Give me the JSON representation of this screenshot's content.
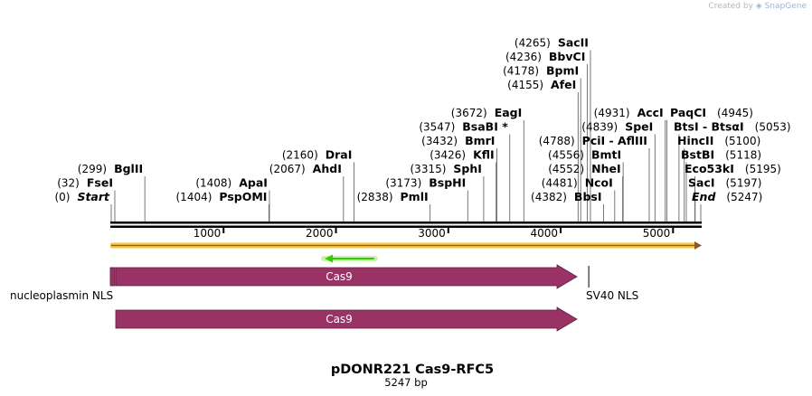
{
  "watermark": {
    "prefix": "Created by",
    "brand": "SnapGene"
  },
  "plasmid": {
    "name": "pDONR221 Cas9-RFC5",
    "length_label": "5247 bp",
    "length": 5247
  },
  "sites": [
    {
      "pos": "(0)",
      "name": "Start",
      "bp": 0,
      "row": 0,
      "italic": true
    },
    {
      "pos": "(32)",
      "name": "FseI",
      "bp": 32,
      "row": 1
    },
    {
      "pos": "(299)",
      "name": "BglII",
      "bp": 299,
      "row": 2
    },
    {
      "pos": "(1404)",
      "name": "PspOMI",
      "bp": 1404,
      "row": 0
    },
    {
      "pos": "(1408)",
      "name": "ApaI",
      "bp": 1408,
      "row": 1
    },
    {
      "pos": "(2067)",
      "name": "AhdI",
      "bp": 2067,
      "row": 2
    },
    {
      "pos": "(2160)",
      "name": "DraI",
      "bp": 2160,
      "row": 3
    },
    {
      "pos": "(2838)",
      "name": "PmlI",
      "bp": 2838,
      "row": 0
    },
    {
      "pos": "(3173)",
      "name": "BspHI",
      "bp": 3173,
      "row": 1
    },
    {
      "pos": "(3315)",
      "name": "SphI",
      "bp": 3315,
      "row": 2
    },
    {
      "pos": "(3426)",
      "name": "KflI",
      "bp": 3426,
      "row": 3
    },
    {
      "pos": "(3432)",
      "name": "BmrI",
      "bp": 3432,
      "row": 4
    },
    {
      "pos": "(3547)",
      "name": "BsaBI *",
      "bp": 3547,
      "row": 5
    },
    {
      "pos": "(3672)",
      "name": "EagI",
      "bp": 3672,
      "row": 6
    },
    {
      "pos": "(4155)",
      "name": "AfeI",
      "bp": 4155,
      "row": 8
    },
    {
      "pos": "(4178)",
      "name": "BpmI",
      "bp": 4178,
      "row": 9
    },
    {
      "pos": "(4236)",
      "name": "BbvCI",
      "bp": 4236,
      "row": 10
    },
    {
      "pos": "(4265)",
      "name": "SacII",
      "bp": 4265,
      "row": 11
    },
    {
      "pos": "(4382)",
      "name": "BbsI",
      "bp": 4382,
      "row": 0
    },
    {
      "pos": "(4481)",
      "name": "NcoI",
      "bp": 4481,
      "row": 1
    },
    {
      "pos": "(4552)",
      "name": "NheI",
      "bp": 4552,
      "row": 2
    },
    {
      "pos": "(4556)",
      "name": "BmtI",
      "bp": 4556,
      "row": 3
    },
    {
      "pos": "(4788)",
      "name": "PciI - AflIII",
      "bp": 4788,
      "row": 4
    },
    {
      "pos": "(4839)",
      "name": "SpeI",
      "bp": 4839,
      "row": 5
    },
    {
      "pos": "(4931)",
      "name": "AccI",
      "bp": 4931,
      "row": 6
    },
    {
      "pos": "(4945)",
      "name": "PaqCI",
      "bp": 4945,
      "row": 6,
      "pos_right": true
    },
    {
      "pos": "(5053)",
      "name": "BtsI - BtsαI",
      "bp": 5053,
      "row": 5,
      "pos_right": true
    },
    {
      "pos": "(5100)",
      "name": "HincII",
      "bp": 5100,
      "row": 4,
      "pos_right": true
    },
    {
      "pos": "(5118)",
      "name": "BstBI",
      "bp": 5118,
      "row": 3,
      "pos_right": true
    },
    {
      "pos": "(5195)",
      "name": "Eco53kI",
      "bp": 5195,
      "row": 2,
      "pos_right": true
    },
    {
      "pos": "(5197)",
      "name": "SacI",
      "bp": 5197,
      "row": 1,
      "pos_right": true
    },
    {
      "pos": "(5247)",
      "name": "End",
      "bp": 5247,
      "row": 0,
      "pos_right": true,
      "italic": true
    }
  ],
  "ruler": {
    "ticks": [
      1000,
      2000,
      3000,
      4000,
      5000
    ],
    "tick_labels": [
      "1000",
      "2000",
      "3000",
      "4000",
      "5000"
    ]
  },
  "features": {
    "left_label": "nucleoplasmin NLS",
    "right_label": "SV40 NLS",
    "cas9_label_1": "Cas9",
    "cas9_label_2": "Cas9",
    "arrow_start": 40,
    "arrow_end": 4222,
    "nls_left_start": 0,
    "nls_left_end": 40,
    "nls_right_bp": 4250,
    "primer_start": 1900,
    "primer_end": 2340
  },
  "colors": {
    "cas9": "#993366",
    "primer": "#33cc00",
    "backbone_highlight": "#f5c542",
    "backbone_line": "#8b5a2b"
  }
}
